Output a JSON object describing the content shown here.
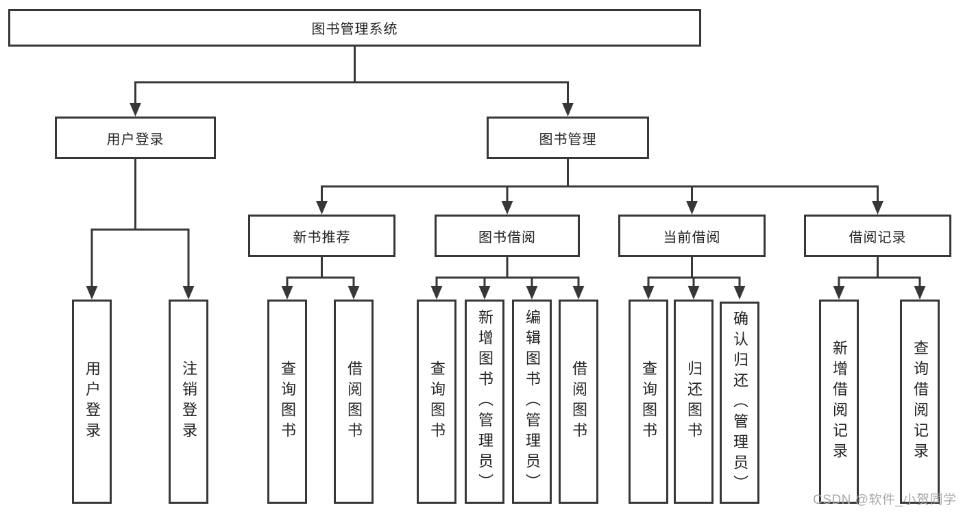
{
  "colors": {
    "line": "#373737",
    "text": "#242424",
    "watermark": "#a6a9ae",
    "background": "#ffffff"
  },
  "watermark": "CSDN @软件_小贺同学",
  "diagram": {
    "type": "hierarchy-tree",
    "root": "图书管理系统",
    "branches": [
      {
        "label": "用户登录",
        "children": [
          {
            "label": "用户登录"
          },
          {
            "label": "注销登录"
          }
        ]
      },
      {
        "label": "图书管理",
        "children": [
          {
            "label": "新书推荐",
            "children": [
              {
                "label": "查询图书"
              },
              {
                "label": "借阅图书"
              }
            ]
          },
          {
            "label": "图书借阅",
            "children": [
              {
                "label": "查询图书"
              },
              {
                "label": "新增图书（管理员）"
              },
              {
                "label": "编辑图书（管理员）"
              },
              {
                "label": "借阅图书"
              }
            ]
          },
          {
            "label": "当前借阅",
            "children": [
              {
                "label": "查询图书"
              },
              {
                "label": "归还图书"
              },
              {
                "label": "确认归还（管理员）"
              }
            ]
          },
          {
            "label": "借阅记录",
            "children": [
              {
                "label": "新增借阅记录"
              },
              {
                "label": "查询借阅记录"
              }
            ]
          }
        ]
      }
    ]
  }
}
